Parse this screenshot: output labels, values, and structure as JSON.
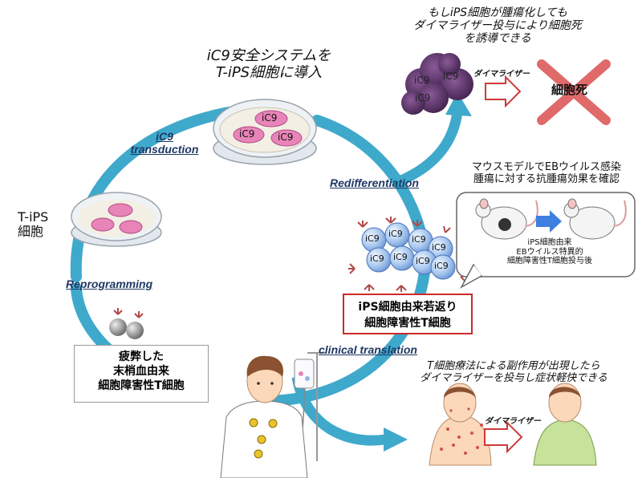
{
  "title": {
    "line1": "iC9安全システムを",
    "line2": "T-iPS細胞に導入"
  },
  "safety_note": {
    "line1": "もしiPS細胞が腫瘍化しても",
    "line2": "ダイマライザー投与により細胞死",
    "line3": "を誘導できる"
  },
  "dimerizer_label": "ダイマライザー",
  "cell_death_label": "細胞死",
  "ic9_label": "iC9",
  "steps": {
    "transduction": {
      "line1": "iC9",
      "line2": "transduction"
    },
    "redifferentiation": "Redifferentiation",
    "reprogramming": "Reprogramming",
    "clinical_translation": "clinical translation"
  },
  "tips_label": {
    "line1": "T-iPS",
    "line2": "細胞"
  },
  "exhausted_box": {
    "line1": "疲弊した",
    "line2": "末梢血由来",
    "line3": "細胞障害性T細胞"
  },
  "rejuvenated_box": {
    "line1": "iPS細胞由来若返り",
    "line2": "細胞障害性T細胞"
  },
  "mouse_callout": {
    "heading1": "マウスモデルでEBウイルス感染",
    "heading2": "腫瘍に対する抗腫瘍効果を確認",
    "caption1": "iPS細胞由来",
    "caption2": "EBウイルス特異的",
    "caption3": "細胞障害性T細胞投与後"
  },
  "side_effect_note": {
    "line1": "T細胞療法による副作用が出現したら",
    "line2": "ダイマライザーを投与し症状軽快できる"
  },
  "colors": {
    "cycle": "#35a8c9",
    "tumor": "#6b3a78",
    "cross": "#e06a6a",
    "cell_pink": "#e884b8",
    "cell_blue": "#8fb8e8",
    "accent_blue": "#3e7fe0"
  }
}
